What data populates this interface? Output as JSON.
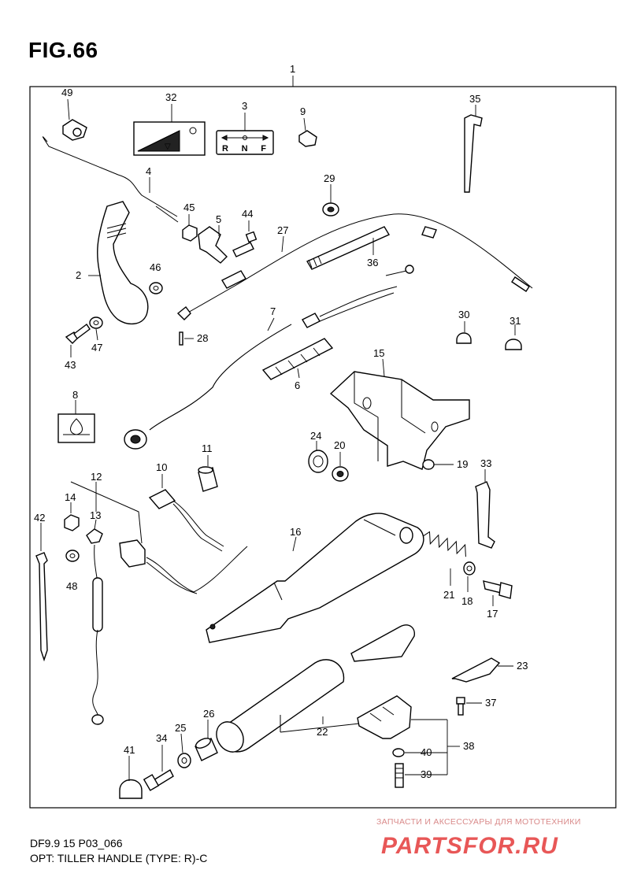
{
  "figure": {
    "title": "FIG.66"
  },
  "footer": {
    "line1": "DF9.9 15 P03_066",
    "line2": "OPT: TILLER HANDLE (TYPE: R)-C"
  },
  "watermark": {
    "caption": "ЗАПЧАСТИ И АКСЕССУАРЫ ДЛЯ МОТОТЕХНИКИ",
    "brand": "PARTSFOR.RU",
    "color": "#e43a3a"
  },
  "decal_3": {
    "text": "R N F"
  },
  "callouts": {
    "c1": "1",
    "c2": "2",
    "c3": "3",
    "c4": "4",
    "c5": "5",
    "c6": "6",
    "c7": "7",
    "c8": "8",
    "c9": "9",
    "c10": "10",
    "c11": "11",
    "c12": "12",
    "c13": "13",
    "c14": "14",
    "c15": "15",
    "c16": "16",
    "c17": "17",
    "c18": "18",
    "c19": "19",
    "c20": "20",
    "c21": "21",
    "c22": "22",
    "c23": "23",
    "c24": "24",
    "c25": "25",
    "c26": "26",
    "c27": "27",
    "c28": "28",
    "c29": "29",
    "c30": "30",
    "c31": "31",
    "c32": "32",
    "c33": "33",
    "c34": "34",
    "c35": "35",
    "c36": "36",
    "c37": "37",
    "c38": "38",
    "c39": "39",
    "c40": "40",
    "c41": "41",
    "c42": "42",
    "c43": "43",
    "c44": "44",
    "c45": "45",
    "c46": "46",
    "c47": "47",
    "c48": "48",
    "c49": "49"
  }
}
